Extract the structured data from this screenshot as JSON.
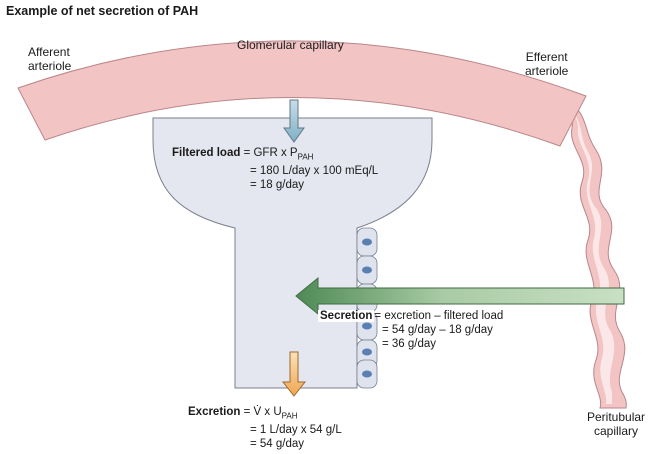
{
  "title": "Example of net secretion of PAH",
  "labels": {
    "afferent": [
      "Afferent",
      "arteriole"
    ],
    "glomerular": "Glomerular capillary",
    "efferent": [
      "Efferent",
      "arteriole"
    ],
    "peritubular": [
      "Peritubular",
      "capillary"
    ]
  },
  "filtered": {
    "term": "Filtered load",
    "line1_prefix": "= GFR x P",
    "line1_sub": "PAH",
    "line2": "= 180 L/day x 100 mEq/L",
    "line3": "= 18 g/day"
  },
  "secretion": {
    "term": "Secretion",
    "line1": "= excretion – filtered load",
    "line2": "= 54 g/day – 18 g/day",
    "line3": "= 36 g/day"
  },
  "excretion": {
    "term": "Excretion",
    "line1_prefix": "= V̇ x U",
    "line1_sub": "PAH",
    "line2": "= 1 L/day x 54 g/L",
    "line3": "= 54 g/day"
  },
  "colors": {
    "capillary_fill": "#f2c4c4",
    "capillary_stroke": "#b9868a",
    "tubule_fill": "#e5e7f0",
    "tubule_stroke": "#7a7f8c",
    "cell_fill": "#dfe3ee",
    "nucleus": "#5a7fb5",
    "filter_arrow": "#aeccd8",
    "secretion_arrow": "#9ec49a",
    "excretion_arrow": "#f7c98c"
  }
}
